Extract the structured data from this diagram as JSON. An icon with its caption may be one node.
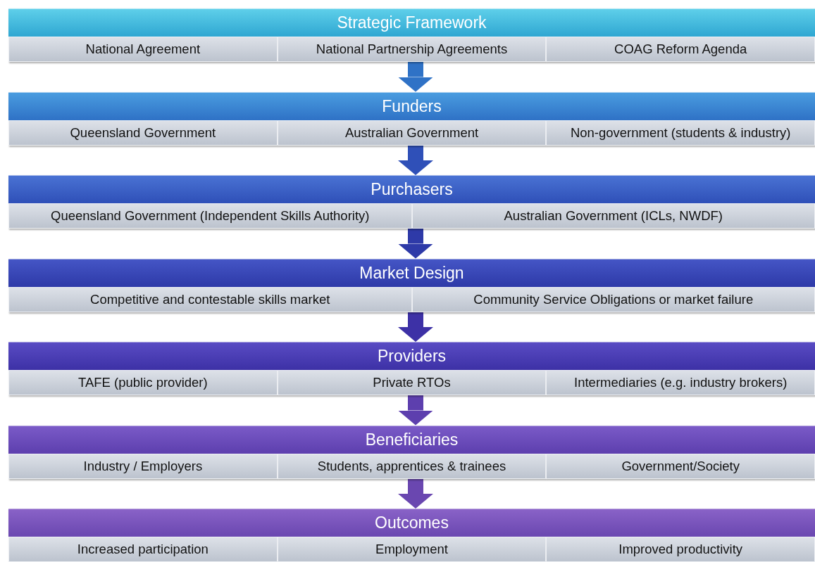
{
  "diagram": {
    "nodes": [
      {
        "text": [
          "Strategic Framework"
        ]
      },
      {
        "text": [
          "National Agreement"
        ],
        "in": 0
      },
      {
        "text": [
          "National Partnership Agreements"
        ],
        "in": 0
      },
      {
        "text": [
          "COAG Reform Agenda"
        ],
        "in": 0
      },
      {
        "text": [
          "Funders"
        ]
      },
      {
        "text": [
          "Queensland Government"
        ],
        "in": 4
      },
      {
        "text": [
          "Australian Government"
        ],
        "in": 4
      },
      {
        "text": [
          "Non-government (students & industry)"
        ],
        "in": 4
      },
      {
        "text": [
          "Purchasers"
        ]
      },
      {
        "text": [
          "Queensland Government (Independent Skills Authority)"
        ],
        "in": 8
      },
      {
        "text": [
          "Australian Government (ICLs, NWDF)"
        ],
        "in": 8
      },
      {
        "text": [
          "Market Design"
        ]
      },
      {
        "text": [
          "Competitive and contestable skills market"
        ],
        "in": 11
      },
      {
        "text": [
          "Community Service Obligations or market failure"
        ],
        "in": 11
      },
      {
        "text": [
          "Providers"
        ]
      },
      {
        "text": [
          "TAFE (public provider)"
        ],
        "in": 14
      },
      {
        "text": [
          "Private RTOs"
        ],
        "in": 14
      },
      {
        "text": [
          "Intermediaries (e.g. industry brokers)"
        ],
        "in": 14
      },
      {
        "text": [
          "Beneficiaries"
        ]
      },
      {
        "text": [
          "Industry / Employers"
        ],
        "in": 18
      },
      {
        "text": [
          "Students, apprentices & trainees"
        ],
        "in": 18
      },
      {
        "text": [
          "Government/Society"
        ],
        "in": 18
      },
      {
        "text": [
          "Outcomes"
        ]
      },
      {
        "text": [
          "Increased participation"
        ],
        "in": 22
      },
      {
        "text": [
          "Employment"
        ],
        "in": 22
      },
      {
        "text": [
          "Improved productivity"
        ],
        "in": 22
      }
    ],
    "edges": [
      {
        "from": 0,
        "to": 4,
        "arrow": "to"
      },
      {
        "from": 4,
        "to": 8,
        "arrow": "to"
      },
      {
        "from": 8,
        "to": 11,
        "arrow": "to"
      },
      {
        "from": 11,
        "to": 14,
        "arrow": "to"
      },
      {
        "from": 14,
        "to": 18,
        "arrow": "to"
      },
      {
        "from": 18,
        "to": 22,
        "arrow": "to"
      }
    ]
  }
}
